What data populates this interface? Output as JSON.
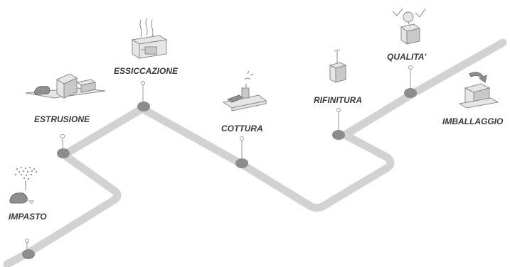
{
  "diagram": {
    "colors": {
      "track": "#d2d2d2",
      "node": "#8c8c8c",
      "label": "#3a3a3a",
      "icon": "#8a8a8a"
    },
    "stages": [
      {
        "id": "impasto",
        "label": "IMPASTO",
        "icon": "dough-mix-icon"
      },
      {
        "id": "estrusione",
        "label": "ESTRUSIONE",
        "icon": "extruder-icon"
      },
      {
        "id": "essiccazione",
        "label": "ESSICCAZIONE",
        "icon": "dryer-icon"
      },
      {
        "id": "cottura",
        "label": "COTTURA",
        "icon": "cooking-icon"
      },
      {
        "id": "rifinitura",
        "label": "RIFINITURA",
        "icon": "finishing-icon"
      },
      {
        "id": "qualita",
        "label": "QUALITA'",
        "icon": "quality-check-icon"
      },
      {
        "id": "imballaggio",
        "label": "IMBALLAGGIO",
        "icon": "packaging-icon"
      }
    ]
  }
}
